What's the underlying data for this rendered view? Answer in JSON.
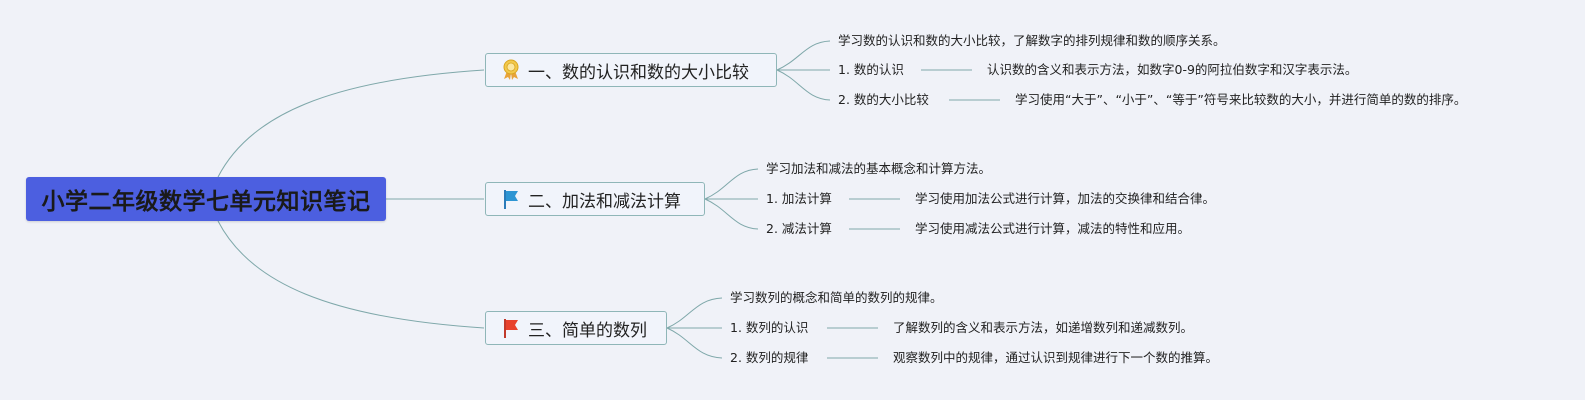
{
  "root": {
    "title": "小学二年级数学七单元知识笔记"
  },
  "topics": [
    {
      "label": "一、数的认识和数的大小比较",
      "icon": "award-ribbon-icon",
      "summary": "学习数的认识和数的大小比较，了解数字的排列规律和数的顺序关系。",
      "items": [
        {
          "name": "1. 数的认识",
          "desc": "认识数的含义和表示方法，如数字0-9的阿拉伯数字和汉字表示法。"
        },
        {
          "name": "2. 数的大小比较",
          "desc": "学习使用“大于”、“小于”、“等于”符号来比较数的大小，并进行简单的数的排序。"
        }
      ]
    },
    {
      "label": "二、加法和减法计算",
      "icon": "blue-flag-icon",
      "summary": "学习加法和减法的基本概念和计算方法。",
      "items": [
        {
          "name": "1. 加法计算",
          "desc": "学习使用加法公式进行计算，加法的交换律和结合律。"
        },
        {
          "name": "2. 减法计算",
          "desc": "学习使用减法公式进行计算，减法的特性和应用。"
        }
      ]
    },
    {
      "label": "三、简单的数列",
      "icon": "red-flag-icon",
      "summary": "学习数列的概念和简单的数列的规律。",
      "items": [
        {
          "name": "1. 数列的认识",
          "desc": "了解数列的含义和表示方法，如递增数列和递减数列。"
        },
        {
          "name": "2. 数列的规律",
          "desc": "观察数列中的规律，通过认识到规律进行下一个数的推算。"
        }
      ]
    }
  ],
  "colors": {
    "background": "#F0F2F8",
    "root_fill": "#4C5FE0",
    "topic_border": "#8FB6B8",
    "connector": "#7FA8AA"
  }
}
